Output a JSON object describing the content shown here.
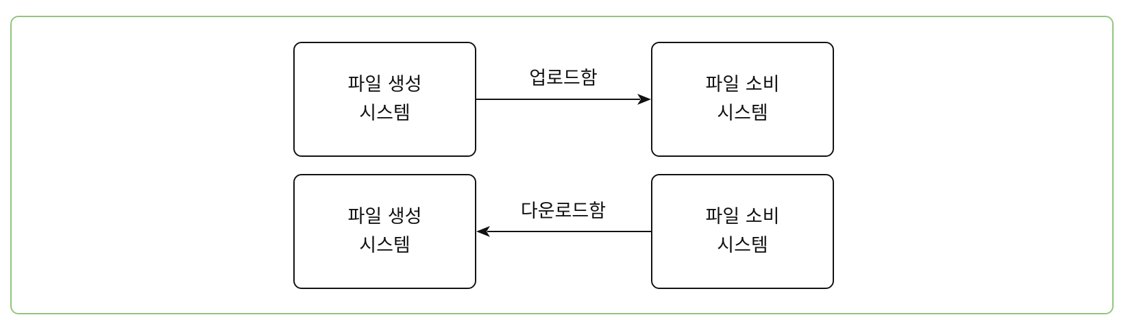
{
  "diagram": {
    "top_row": {
      "left_box": {
        "line1": "파일 생성",
        "line2": "시스템"
      },
      "right_box": {
        "line1": "파일 소비",
        "line2": "시스템"
      },
      "arrow_label": "업로드함",
      "arrow_direction": "left-to-right"
    },
    "bottom_row": {
      "left_box": {
        "line1": "파일 생성",
        "line2": "시스템"
      },
      "right_box": {
        "line1": "파일 소비",
        "line2": "시스템"
      },
      "arrow_label": "다운로드함",
      "arrow_direction": "right-to-left"
    },
    "colors": {
      "frame": "#93c47d",
      "stroke": "#111111"
    }
  }
}
